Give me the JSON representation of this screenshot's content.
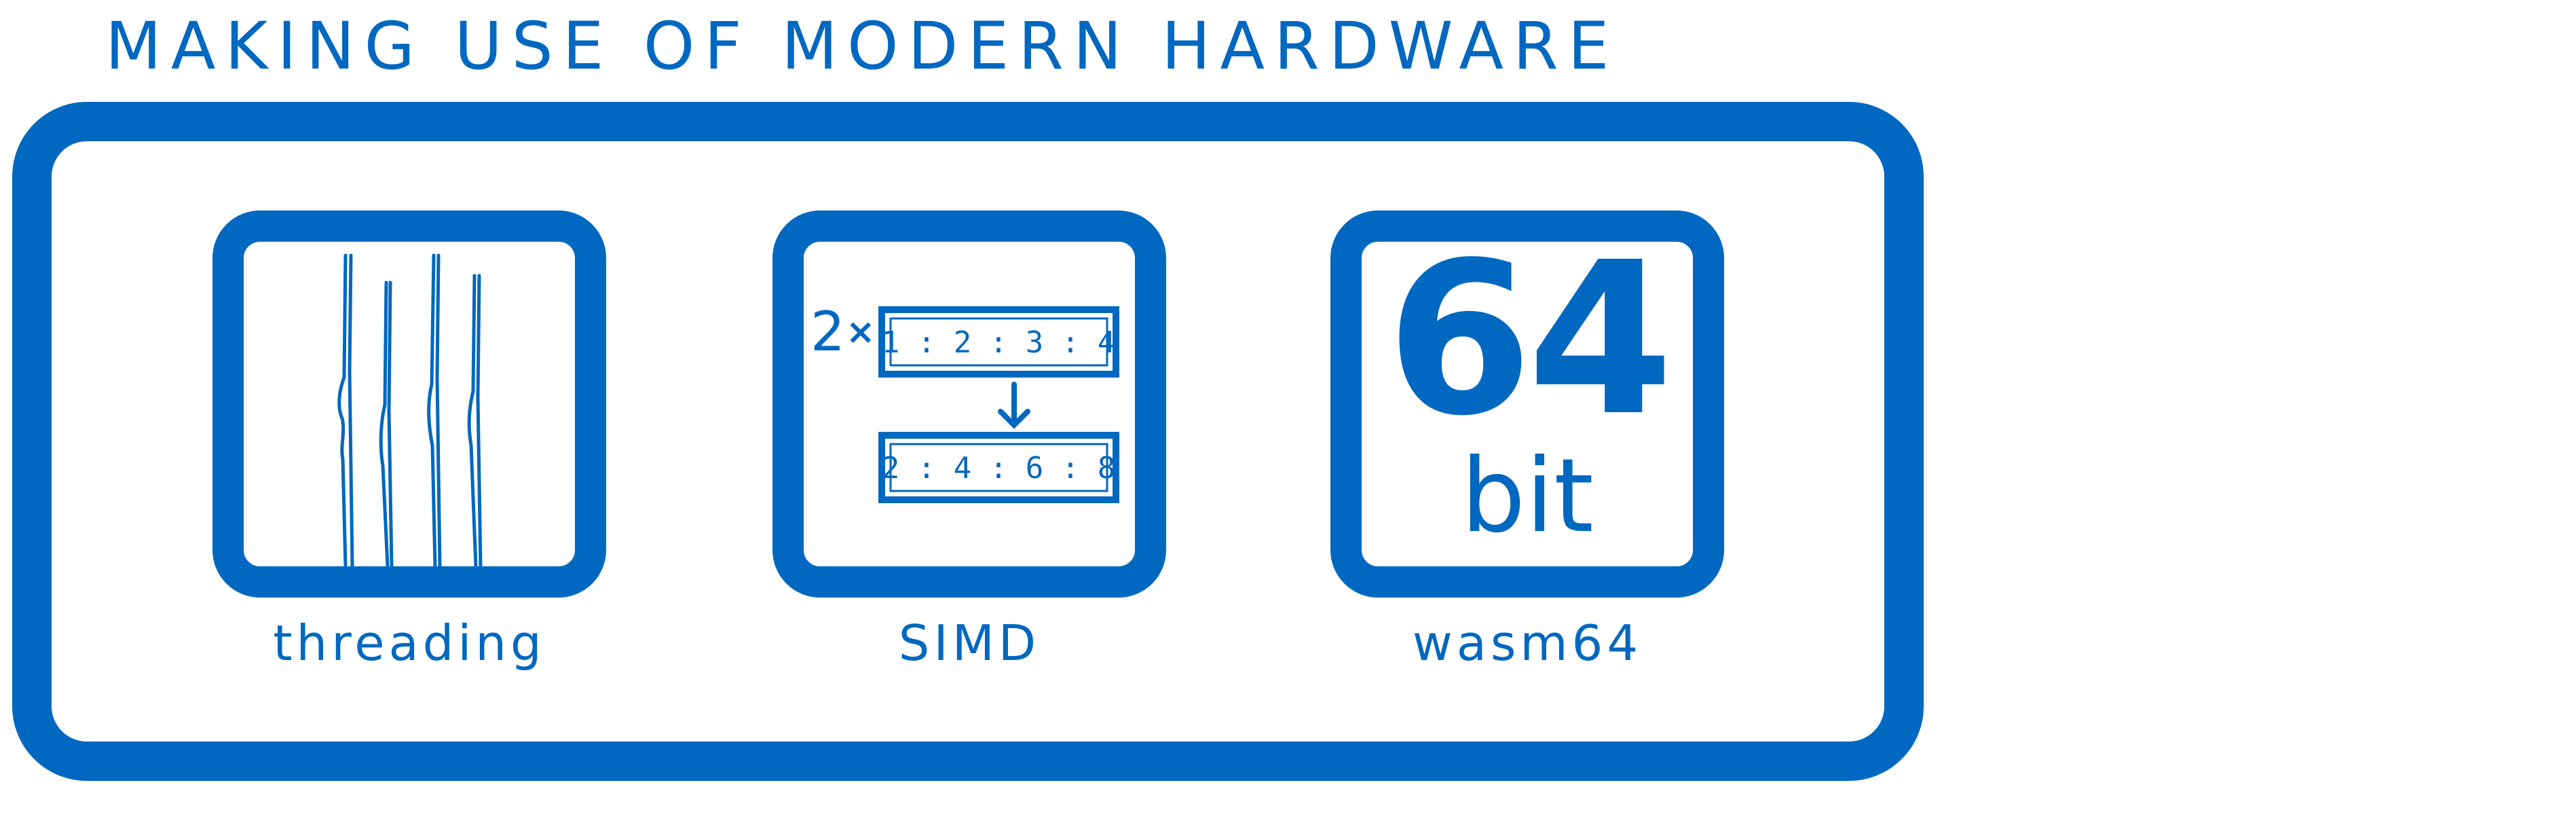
{
  "title": "MAKING USE OF MODERN HARDWARE",
  "colors": {
    "accent": "#0068c0",
    "background": "#ffffff"
  },
  "cards": {
    "threading": {
      "label": "threading"
    },
    "simd": {
      "label": "SIMD",
      "multiplier": "2",
      "times": "×",
      "input": "1 : 2 : 3 : 4",
      "output": "2 : 4 : 6 : 8",
      "arrow": "down-arrow-icon"
    },
    "wasm64": {
      "label": "wasm64",
      "big": "64",
      "unit": "bit"
    }
  }
}
